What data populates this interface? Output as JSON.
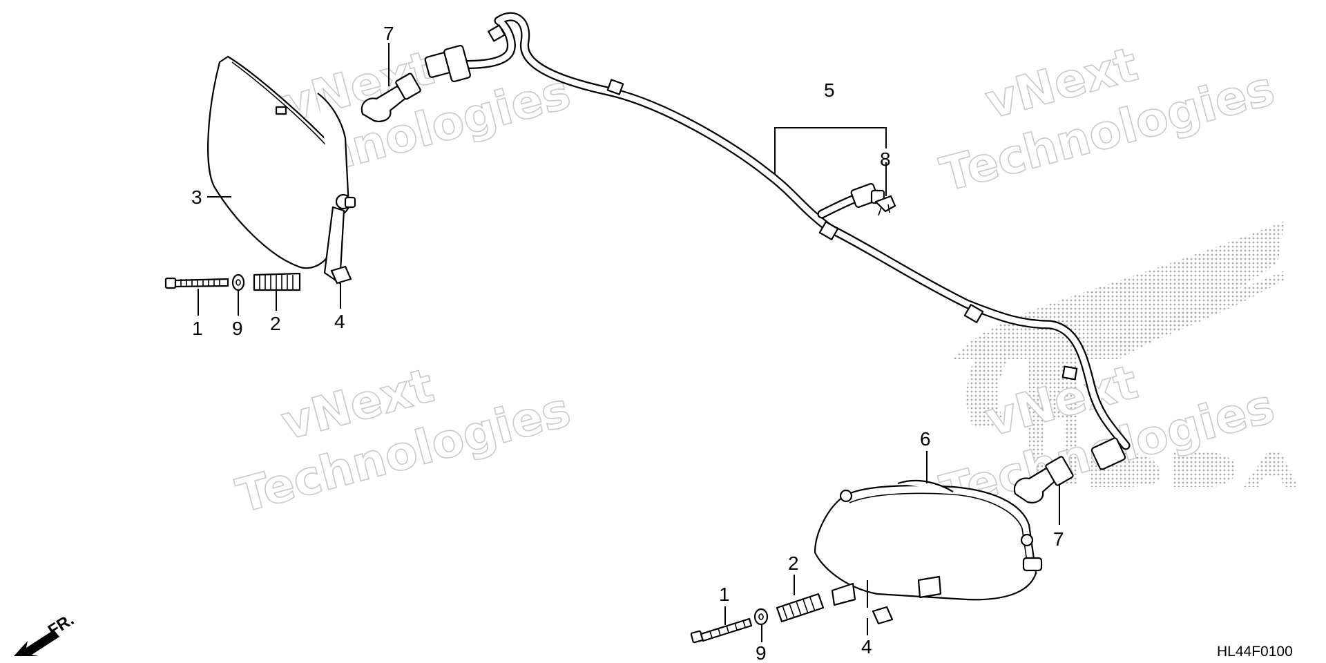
{
  "diagram": {
    "code": "HL44F0100",
    "direction_label": "FR.",
    "watermark": {
      "line1": "vNext",
      "line2": "Technologies"
    },
    "callouts": [
      {
        "id": "c1a",
        "label": "1"
      },
      {
        "id": "c9a",
        "label": "9"
      },
      {
        "id": "c2a",
        "label": "2"
      },
      {
        "id": "c4a",
        "label": "4"
      },
      {
        "id": "c3",
        "label": "3"
      },
      {
        "id": "c7a",
        "label": "7"
      },
      {
        "id": "c5",
        "label": "5"
      },
      {
        "id": "c8",
        "label": "8"
      },
      {
        "id": "c6",
        "label": "6"
      },
      {
        "id": "c7b",
        "label": "7"
      },
      {
        "id": "c2b",
        "label": "2"
      },
      {
        "id": "c1b",
        "label": "1"
      },
      {
        "id": "c9b",
        "label": "9"
      },
      {
        "id": "c4b",
        "label": "4"
      }
    ],
    "colors": {
      "line": "#000000",
      "watermark": "#c9c9c9",
      "logo_dots": "#9a9a9a"
    }
  }
}
